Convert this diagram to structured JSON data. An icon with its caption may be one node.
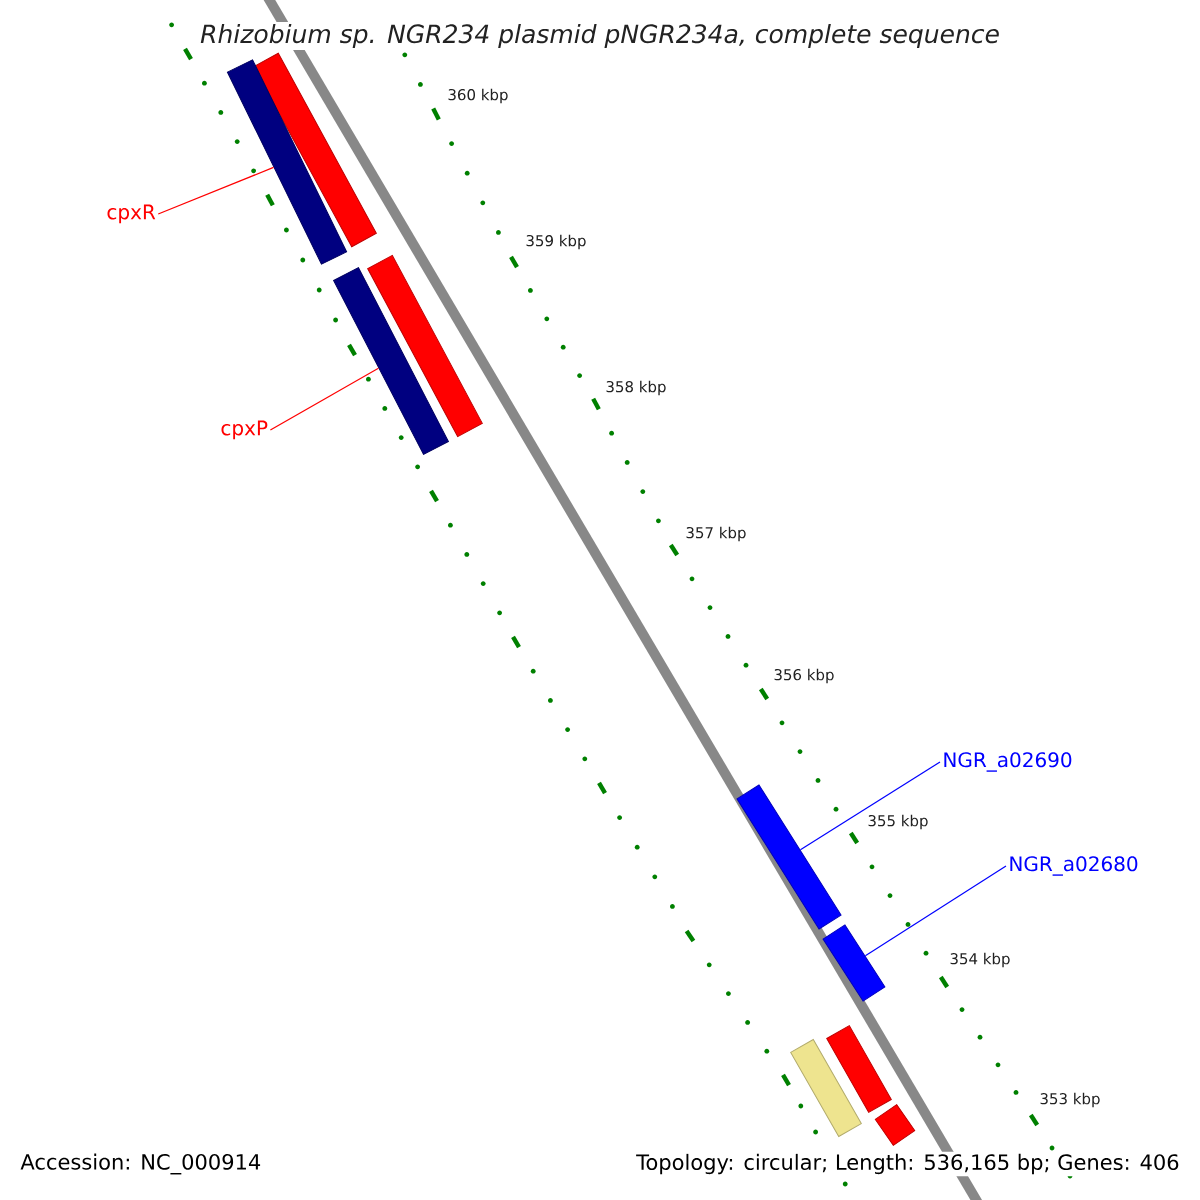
{
  "diagram": {
    "title": "Rhizobium sp. NGR234 plasmid pNGR234a, complete sequence",
    "nodes": [
      {
        "text": [],
        "shape": "bar"
      },
      {
        "text": [],
        "shape": "bar"
      },
      {
        "text": [
          "cpxR"
        ]
      },
      {
        "text": [],
        "shape": "bar"
      },
      {
        "text": [],
        "shape": "bar"
      },
      {
        "text": [
          "cpxP"
        ]
      },
      {
        "text": [
          "NGR_a02690"
        ]
      },
      {
        "text": [],
        "shape": "bar"
      },
      {
        "text": [
          "NGR_a02680"
        ]
      },
      {
        "text": [],
        "shape": "bar"
      },
      {
        "text": [],
        "shape": "bar"
      },
      {
        "text": [],
        "shape": "bar"
      },
      {
        "text": [],
        "shape": "bar"
      }
    ],
    "edges": [
      {
        "from": 2,
        "to": 1,
        "arrow": "none",
        "color": "#ff0000"
      },
      {
        "from": 5,
        "to": 4,
        "arrow": "none",
        "color": "#ff0000"
      },
      {
        "from": 6,
        "to": 7,
        "arrow": "none",
        "color": "#0000ff"
      },
      {
        "from": 8,
        "to": 9,
        "arrow": "none",
        "color": "#0000ff"
      }
    ],
    "labels": [
      "360 kbp",
      "359 kbp",
      "358 kbp",
      "357 kbp",
      "356 kbp",
      "355 kbp",
      "354 kbp",
      "353 kbp",
      "Accession: NC_000914",
      "Topology: circular; Length: 536,165 bp; Genes: 406"
    ]
  }
}
